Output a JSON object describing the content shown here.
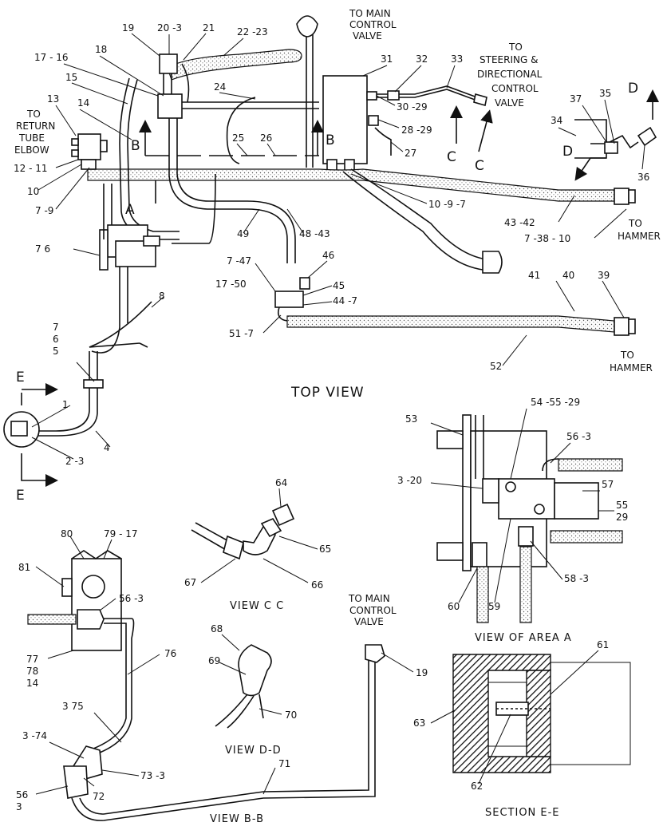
{
  "titles": {
    "top_view": "TOP VIEW",
    "view_cc": "VIEW C C",
    "view_dd": "VIEW D-D",
    "view_bb": "VIEW B-B",
    "view_area_a": "VIEW OF AREA A",
    "section_ee": "SECTION E-E"
  },
  "notes": {
    "to_main_control_1": [
      "TO MAIN",
      "CONTROL",
      "VALVE"
    ],
    "to_steering": [
      "TO",
      "STEERING &",
      "DIRECTIONAL",
      "CONTROL",
      "VALVE"
    ],
    "to_return": [
      "TO",
      "RETURN",
      "TUBE",
      "ELBOW"
    ],
    "to_hammer_1": [
      "TO",
      "HAMMER"
    ],
    "to_hammer_2": [
      "TO",
      "HAMMER"
    ],
    "to_main_control_2": [
      "TO MAIN",
      "CONTROL",
      "VALVE"
    ]
  },
  "view_letters": {
    "b_left": "B",
    "b_right": "B",
    "a": "A",
    "c_left": "C",
    "c_right": "C",
    "d_top": "D",
    "d_left": "D",
    "e_top": "E",
    "e_bottom": "E"
  },
  "callouts": {
    "c19": "19",
    "c20_3": "20 -3",
    "c21": "21",
    "c22_23": "22 -23",
    "c17_16": "17 - 16",
    "c18": "18",
    "c15": "15",
    "c13": "13",
    "c14": "14",
    "c24": "24",
    "c31": "31",
    "c32": "32",
    "c33": "33",
    "c30_29": "30 -29",
    "c28_29": "28 -29",
    "c27": "27",
    "c25": "25",
    "c26": "26",
    "c12_11": "12 - 11",
    "c10": "10",
    "c7_9": "7 -9",
    "c37": "37",
    "c35": "35",
    "c34": "34",
    "c36": "36",
    "c10_9_7": "10 -9 -7",
    "c43_42": "43 -42",
    "c7_38_10": "7 -38 - 10",
    "c49": "49",
    "c48_43": "48 -43",
    "c7_6": "7   6",
    "c7_47": "7 -47",
    "c46": "46",
    "c17_50": "17 -50",
    "c45": "45",
    "c44_7": "44 -7",
    "c51_7": "51 -7",
    "c41": "41",
    "c40": "40",
    "c39": "39",
    "c52": "52",
    "c8": "8",
    "c7_stack": [
      "7",
      "6",
      "5"
    ],
    "c1": "1",
    "c2_3": "2 -3",
    "c4": "4",
    "c54_55_29": "54 -55 -29",
    "c53": "53",
    "c56_3_a": "56 -3",
    "c3_20": "3 -20",
    "c57": "57",
    "c55_29": [
      "55",
      "29"
    ],
    "c58_3": "58 -3",
    "c60": "60",
    "c59": "59",
    "c64": "64",
    "c65": "65",
    "c67": "67",
    "c66": "66",
    "c80": "80",
    "c79_17": "79 - 17",
    "c81": "81",
    "c56_3_b": "56 -3",
    "c77_78_14": [
      "77",
      "78",
      "14"
    ],
    "c76": "76",
    "c68": "68",
    "c69": "69",
    "c70": "70",
    "c19_b": "19",
    "c3_75": "3   75",
    "c3_74": "3 -74",
    "c73_3": "73 -3",
    "c72": "72",
    "c56_3_c": [
      "56",
      "3"
    ],
    "c71": "71",
    "c61": "61",
    "c63": "63",
    "c62": "62"
  }
}
